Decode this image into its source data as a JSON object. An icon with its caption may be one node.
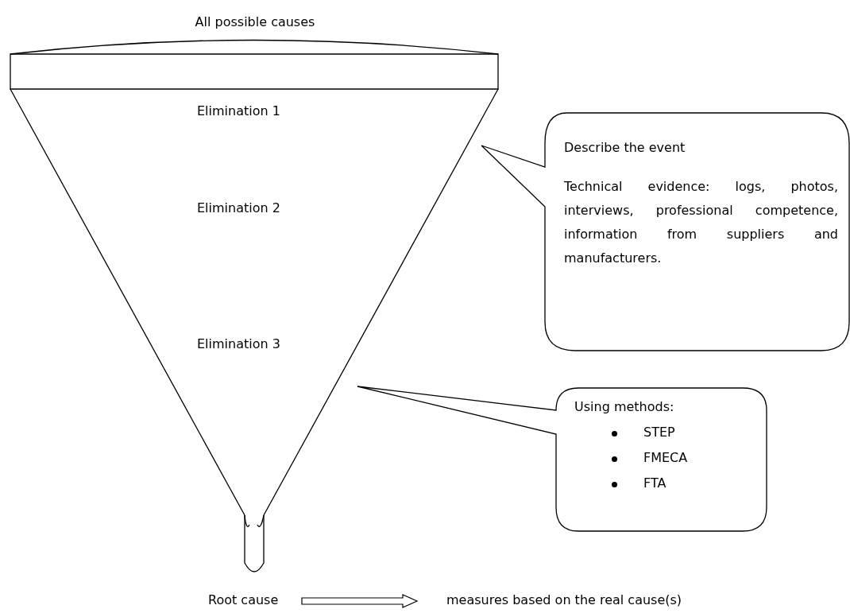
{
  "diagram": {
    "nodes": [
      {
        "text": [
          "All possible causes",
          "Elimination 1",
          "Elimination 2",
          "Elimination 3"
        ]
      },
      {
        "text": [
          "Describe the event",
          "Technical evidence: logs, photos, interviews, professional competence, information from suppliers and manufacturers."
        ]
      },
      {
        "text": [
          "Using methods:",
          "STEP",
          "FMECA",
          "FTA"
        ]
      },
      {
        "text": [
          "Root cause"
        ]
      },
      {
        "text": [
          "measures based on the real cause(s)"
        ]
      }
    ],
    "edges": [
      {
        "from": 3,
        "to": 4,
        "arrow": "to"
      }
    ]
  }
}
